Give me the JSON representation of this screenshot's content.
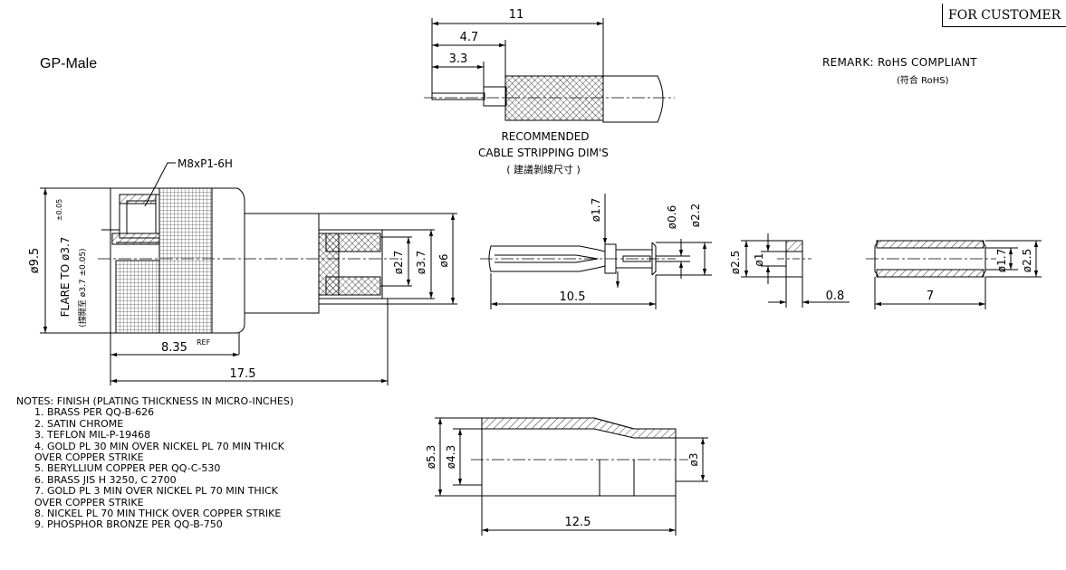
{
  "header": {
    "stamp": "FOR CUSTOMER",
    "title": "GP-Male",
    "remark": "REMARK: RoHS COMPLIANT",
    "remark_sub": "(符合 RoHS)"
  },
  "stripping": {
    "dim_total": "11",
    "dim_mid": "4.7",
    "dim_short": "3.3",
    "caption_line1": "RECOMMENDED",
    "caption_line2": "CABLE STRIPPING DIM'S",
    "caption_line3": "( 建議剝線尺寸 )"
  },
  "body_view": {
    "thread": "M8xP1-6H",
    "dia_outer": "ø9.5",
    "flare": "FLARE TO ø3.7",
    "flare_tol": "±0.05",
    "flare_cn": "(撐開至 ø3.7 ±0.05)",
    "dia_27": "ø2.7",
    "dia_37": "ø3.7",
    "dia_6": "ø6",
    "dim_835": "8.35",
    "dim_835_sup": "REF",
    "dim_175": "17.5"
  },
  "pin_view": {
    "dia_17": "ø1.7",
    "dia_06": "ø0.6",
    "dia_22": "ø2.2",
    "len": "10.5"
  },
  "insulator_view": {
    "dia_25": "ø2.5",
    "dia_1": "ø1",
    "len": "0.8"
  },
  "tube_view": {
    "dia_17": "ø1.7",
    "dia_25": "ø2.5",
    "len": "7"
  },
  "ferrule_view": {
    "dia_53": "ø5.3",
    "dia_43": "ø4.3",
    "dia_3": "ø3",
    "len": "12.5"
  },
  "notes": {
    "heading": "NOTES: FINISH (PLATING THICKNESS IN MICRO-INCHES)",
    "items": [
      "1. BRASS PER QQ-B-626",
      "2. SATIN CHROME",
      "3. TEFLON MIL-P-19468",
      "4. GOLD PL 30 MIN OVER NICKEL PL 70 MIN THICK",
      "OVER COPPER STRIKE",
      "5. BERYLLIUM COPPER PER QQ-C-530",
      "6. BRASS JIS H 3250, C 2700",
      "7. GOLD PL 3 MIN OVER NICKEL PL 70 MIN THICK",
      "OVER COPPER STRIKE",
      "8. NICKEL PL 70 MIN THICK OVER COPPER STRIKE",
      "9. PHOSPHOR BRONZE PER QQ-B-750"
    ]
  }
}
